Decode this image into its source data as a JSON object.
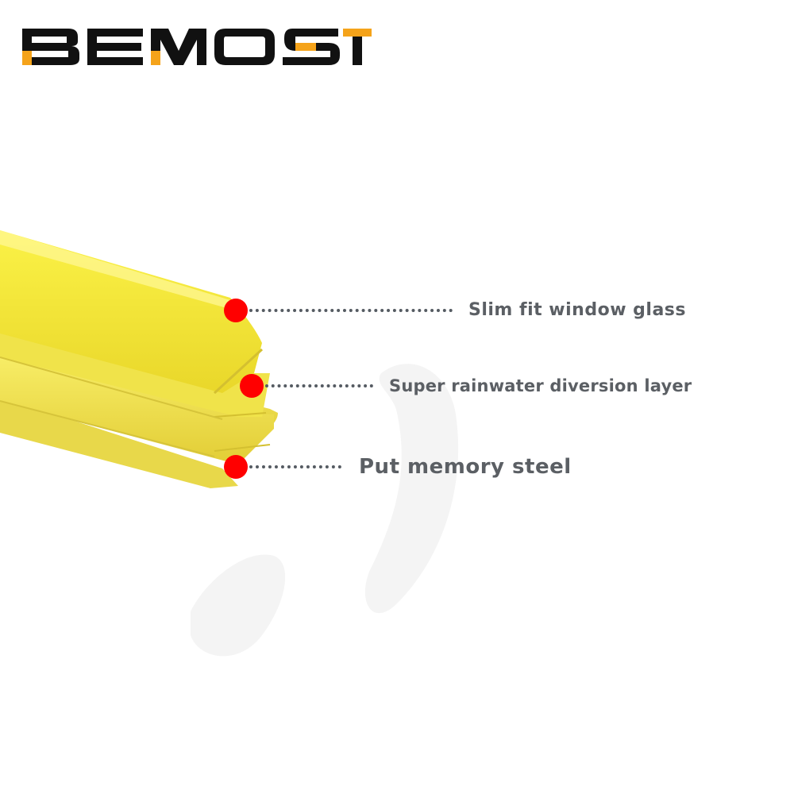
{
  "brand": {
    "logo_text": "BEMOST",
    "colors": {
      "dark": "#111111",
      "accent": "#f5a31a"
    }
  },
  "product": {
    "name_icon": "wiper-blade-rubber-strip",
    "color": "#f4ea2a"
  },
  "callouts": [
    {
      "label": "Slim fit window glass",
      "marker_color": "#ff0000"
    },
    {
      "label": "Super rainwater diversion layer",
      "marker_color": "#ff0000"
    },
    {
      "label": "Put memory steel",
      "marker_color": "#ff0000"
    }
  ]
}
